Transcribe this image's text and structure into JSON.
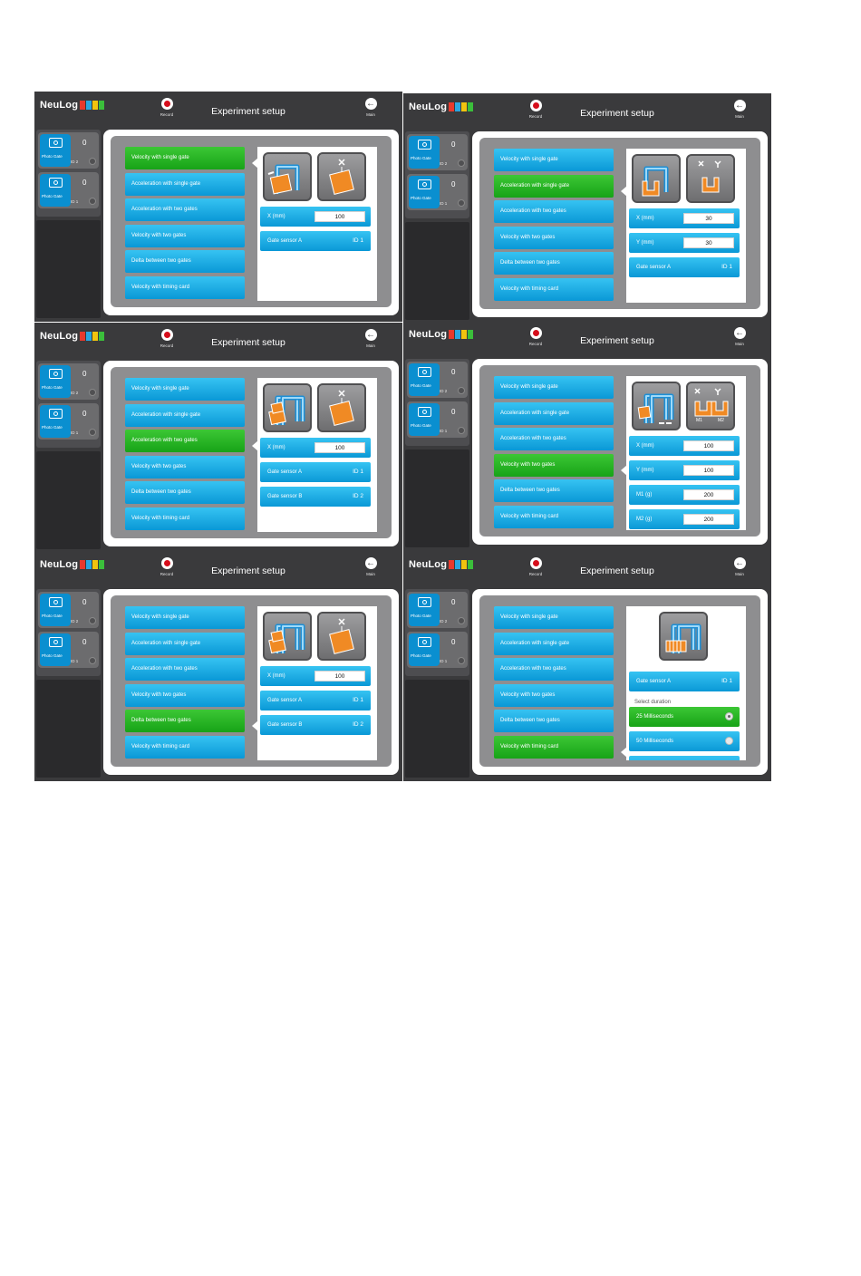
{
  "panels": [
    {
      "brand": "NeuLog",
      "record_label": "Record",
      "title": "Experiment setup",
      "main_label": "Main",
      "sensors": [
        {
          "name": "Photo Gate",
          "id": "ID 2",
          "value": "0"
        },
        {
          "name": "Photo Gate",
          "id": "ID 1",
          "value": "0"
        }
      ],
      "experiments": [
        "Velocity with single gate",
        "Acceleration with single gate",
        "Acceleration with two gates",
        "Velocity with two gates",
        "Delta between two gates",
        "Velocity with timing card"
      ],
      "selected": 0,
      "images": [
        "single-gate-icon",
        "card-drop-x-icon"
      ],
      "fields": [
        {
          "label": "X (mm)",
          "value": "100"
        }
      ],
      "gates": [
        {
          "label": "Gate sensor A",
          "id": "ID 1"
        }
      ]
    },
    {
      "brand": "NeuLog",
      "record_label": "Record",
      "title": "Experiment setup",
      "main_label": "Main",
      "sensors": [
        {
          "name": "Photo Gate",
          "id": "ID 2",
          "value": "0"
        },
        {
          "name": "Photo Gate",
          "id": "ID 1",
          "value": "0"
        }
      ],
      "experiments": [
        "Velocity with single gate",
        "Acceleration with single gate",
        "Acceleration with two gates",
        "Velocity with two gates",
        "Delta between two gates",
        "Velocity with timing card"
      ],
      "selected": 1,
      "images": [
        "single-gate-u-card-icon",
        "u-card-xy-icon"
      ],
      "fields": [
        {
          "label": "X (mm)",
          "value": "30"
        },
        {
          "label": "Y (mm)",
          "value": "30"
        }
      ],
      "gates": [
        {
          "label": "Gate sensor A",
          "id": "ID 1"
        }
      ]
    },
    {
      "brand": "NeuLog",
      "record_label": "Record",
      "title": "Experiment setup",
      "main_label": "Main",
      "sensors": [
        {
          "name": "Photo Gate",
          "id": "ID 2",
          "value": "0"
        },
        {
          "name": "Photo Gate",
          "id": "ID 1",
          "value": "0"
        }
      ],
      "experiments": [
        "Velocity with single gate",
        "Acceleration with single gate",
        "Acceleration with two gates",
        "Velocity with two gates",
        "Delta between two gates",
        "Velocity with timing card"
      ],
      "selected": 2,
      "images": [
        "two-gates-icon",
        "card-drop-x-icon"
      ],
      "fields": [
        {
          "label": "X (mm)",
          "value": "100"
        }
      ],
      "gates": [
        {
          "label": "Gate sensor A",
          "id": "ID 1"
        },
        {
          "label": "Gate sensor B",
          "id": "ID 2"
        }
      ]
    },
    {
      "brand": "NeuLog",
      "record_label": "Record",
      "title": "Experiment setup",
      "main_label": "Main",
      "sensors": [
        {
          "name": "Photo Gate",
          "id": "ID 2",
          "value": "0"
        },
        {
          "name": "Photo Gate",
          "id": "ID 1",
          "value": "0"
        }
      ],
      "experiments": [
        "Velocity with single gate",
        "Acceleration with single gate",
        "Acceleration with two gates",
        "Velocity with two gates",
        "Delta between two gates",
        "Velocity with timing card"
      ],
      "selected": 3,
      "images": [
        "two-gates-carts-icon",
        "masses-xy-icon"
      ],
      "image_tags": [
        "M1",
        "M2"
      ],
      "fields": [
        {
          "label": "X (mm)",
          "value": "100"
        },
        {
          "label": "Y (mm)",
          "value": "100"
        },
        {
          "label": "M1 (g)",
          "value": "200"
        },
        {
          "label": "M2 (g)",
          "value": "200"
        }
      ],
      "gates": []
    },
    {
      "brand": "NeuLog",
      "record_label": "Record",
      "title": "Experiment setup",
      "main_label": "Main",
      "sensors": [
        {
          "name": "Photo Gate",
          "id": "ID 2",
          "value": "0"
        },
        {
          "name": "Photo Gate",
          "id": "ID 1",
          "value": "0"
        }
      ],
      "experiments": [
        "Velocity with single gate",
        "Acceleration with single gate",
        "Acceleration with two gates",
        "Velocity with two gates",
        "Delta between two gates",
        "Velocity with timing card"
      ],
      "selected": 4,
      "images": [
        "two-gates-icon",
        "card-drop-x-icon"
      ],
      "fields": [
        {
          "label": "X (mm)",
          "value": "100"
        }
      ],
      "gates": [
        {
          "label": "Gate sensor A",
          "id": "ID 1"
        },
        {
          "label": "Gate sensor B",
          "id": "ID 2"
        }
      ]
    },
    {
      "brand": "NeuLog",
      "record_label": "Record",
      "title": "Experiment setup",
      "main_label": "Main",
      "sensors": [
        {
          "name": "Photo Gate",
          "id": "ID 2",
          "value": "0"
        },
        {
          "name": "Photo Gate",
          "id": "ID 1",
          "value": "0"
        }
      ],
      "experiments": [
        "Velocity with single gate",
        "Acceleration with single gate",
        "Acceleration with two gates",
        "Velocity with two gates",
        "Delta between two gates",
        "Velocity with timing card"
      ],
      "selected": 5,
      "images": [
        "timing-card-gate-icon"
      ],
      "fields": [],
      "gates": [
        {
          "label": "Gate sensor A",
          "id": "ID 1"
        }
      ],
      "duration_title": "Select duration",
      "durations": [
        {
          "label": "25 Milliseconds",
          "selected": true
        },
        {
          "label": "50 Milliseconds",
          "selected": false
        },
        {
          "label": "",
          "selected": false
        }
      ]
    }
  ],
  "colors": {
    "frame": "#3a3a3c",
    "blue_button": "#0a98d6",
    "selected_green": "#17a317",
    "gate_orange": "#f08a24",
    "record_red": "#d60d1b"
  }
}
